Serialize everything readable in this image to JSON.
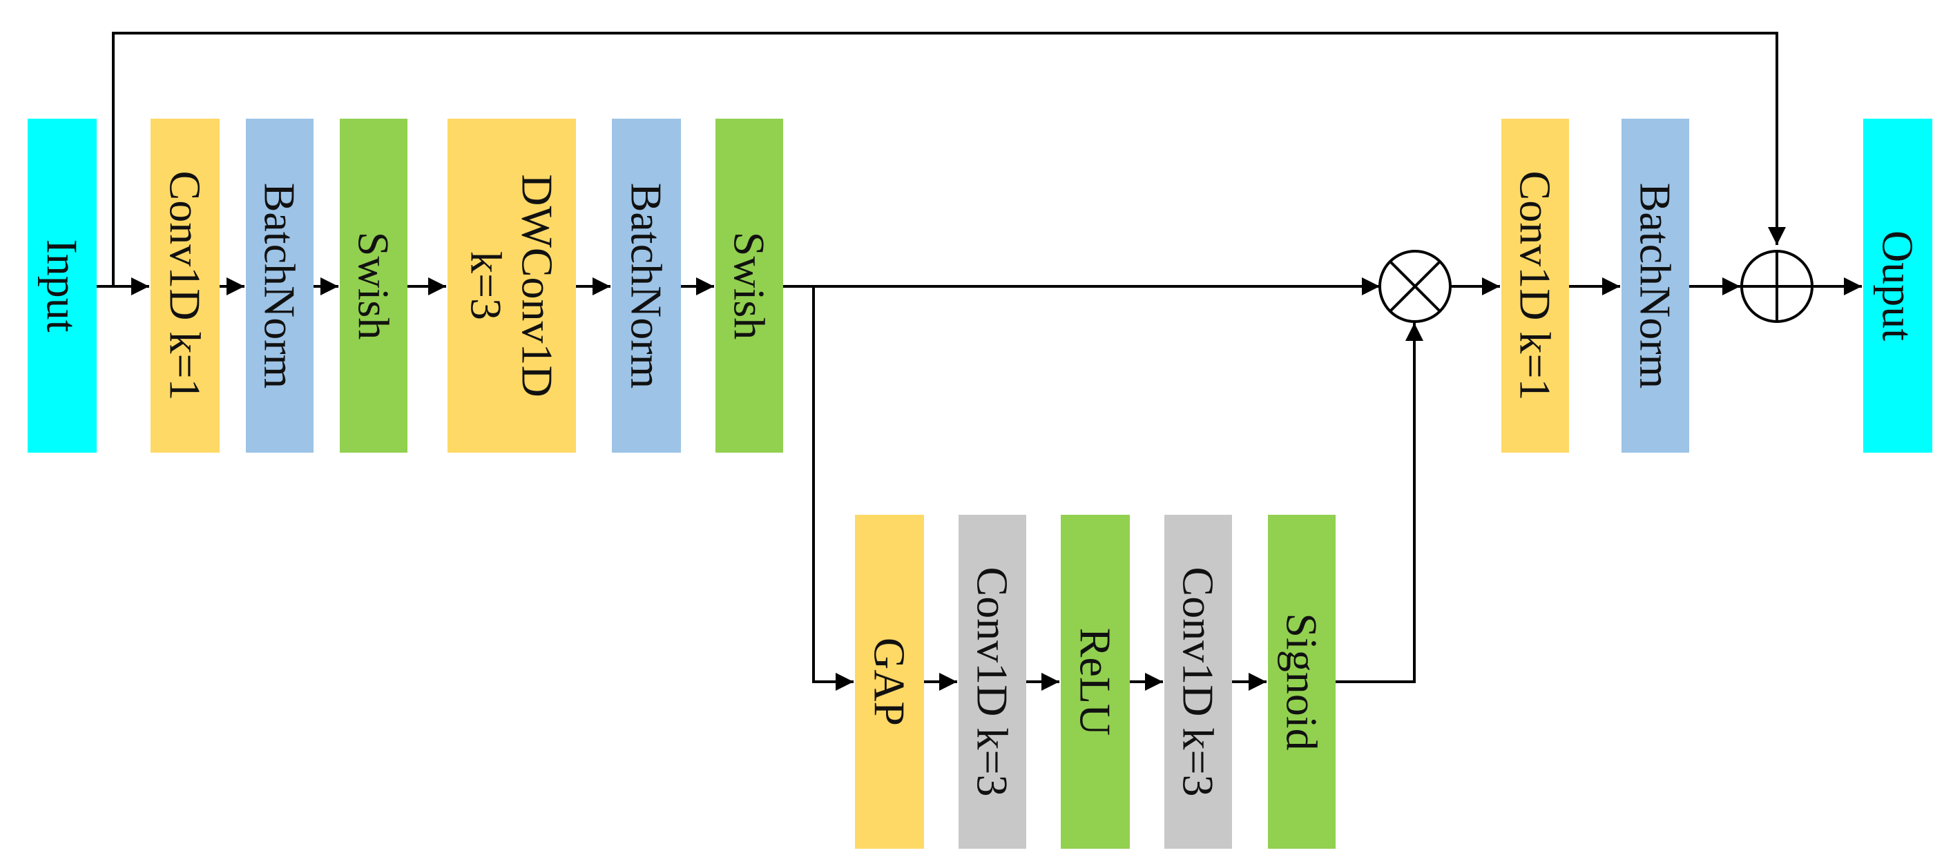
{
  "colors": {
    "input": "#00FFFF",
    "conv": "#FFD966",
    "batchnorm": "#9DC3E6",
    "activation": "#92D050",
    "gray": "#C8C8C8",
    "line": "#000000"
  },
  "blocks": {
    "input": {
      "lines": [
        "Input"
      ],
      "color": "input"
    },
    "conv1d_k1_a": {
      "lines": [
        "Conv1D k=1"
      ],
      "color": "conv"
    },
    "batchnorm_a": {
      "lines": [
        "BatchNorm"
      ],
      "color": "batchnorm"
    },
    "swish_a": {
      "lines": [
        "Swish"
      ],
      "color": "activation"
    },
    "dwconv1d": {
      "lines": [
        "DWConv1D",
        "k=3"
      ],
      "color": "conv"
    },
    "batchnorm_b": {
      "lines": [
        "BatchNorm"
      ],
      "color": "batchnorm"
    },
    "swish_b": {
      "lines": [
        "Swish"
      ],
      "color": "activation"
    },
    "conv1d_k1_b": {
      "lines": [
        "Conv1D k=1"
      ],
      "color": "conv"
    },
    "batchnorm_c": {
      "lines": [
        "BatchNorm"
      ],
      "color": "batchnorm"
    },
    "output": {
      "lines": [
        "Ouput"
      ],
      "color": "input"
    },
    "gap": {
      "lines": [
        "GAP"
      ],
      "color": "conv"
    },
    "conv1d_k3_a": {
      "lines": [
        "Conv1D k=3"
      ],
      "color": "gray"
    },
    "relu": {
      "lines": [
        "ReLU"
      ],
      "color": "activation"
    },
    "conv1d_k3_b": {
      "lines": [
        "Conv1D k=3"
      ],
      "color": "gray"
    },
    "sigmoid": {
      "lines": [
        "Signoid"
      ],
      "color": "activation"
    }
  },
  "operators": {
    "multiply": {
      "symbol": "multiply-circle-icon"
    },
    "add": {
      "symbol": "add-circle-icon"
    }
  }
}
